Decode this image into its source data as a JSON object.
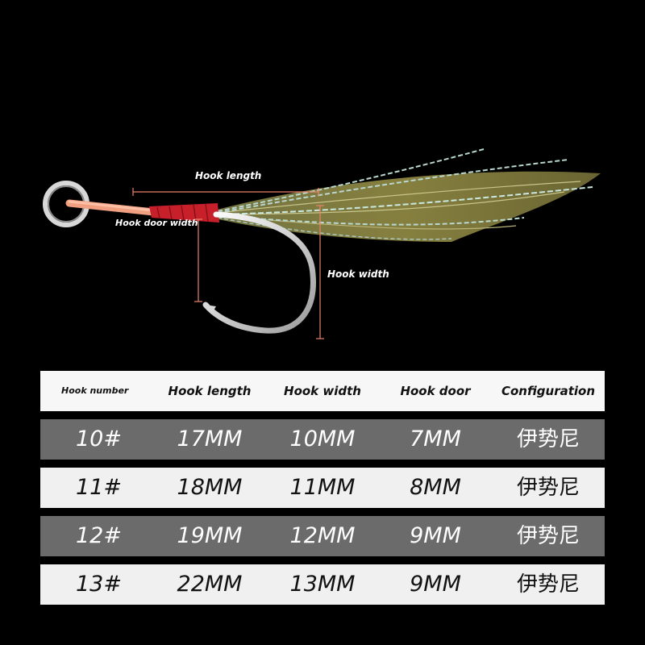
{
  "diagram": {
    "labels": {
      "hook_length": "Hook length",
      "hook_door_width": "Hook door width",
      "hook_width": "Hook width"
    },
    "colors": {
      "background": "#000000",
      "dimension_line": "#e8836b",
      "wrap": "#c8202a",
      "feather": "#8a8440",
      "flash": "#b8d8d0"
    }
  },
  "table": {
    "headers": [
      "Hook number",
      "Hook length",
      "Hook width",
      "Hook door",
      "Configuration"
    ],
    "rows": [
      [
        "10#",
        "17MM",
        "10MM",
        "7MM",
        "伊势尼"
      ],
      [
        "11#",
        "18MM",
        "11MM",
        "8MM",
        "伊势尼"
      ],
      [
        "12#",
        "19MM",
        "12MM",
        "9MM",
        "伊势尼"
      ],
      [
        "13#",
        "22MM",
        "13MM",
        "9MM",
        "伊势尼"
      ]
    ]
  }
}
